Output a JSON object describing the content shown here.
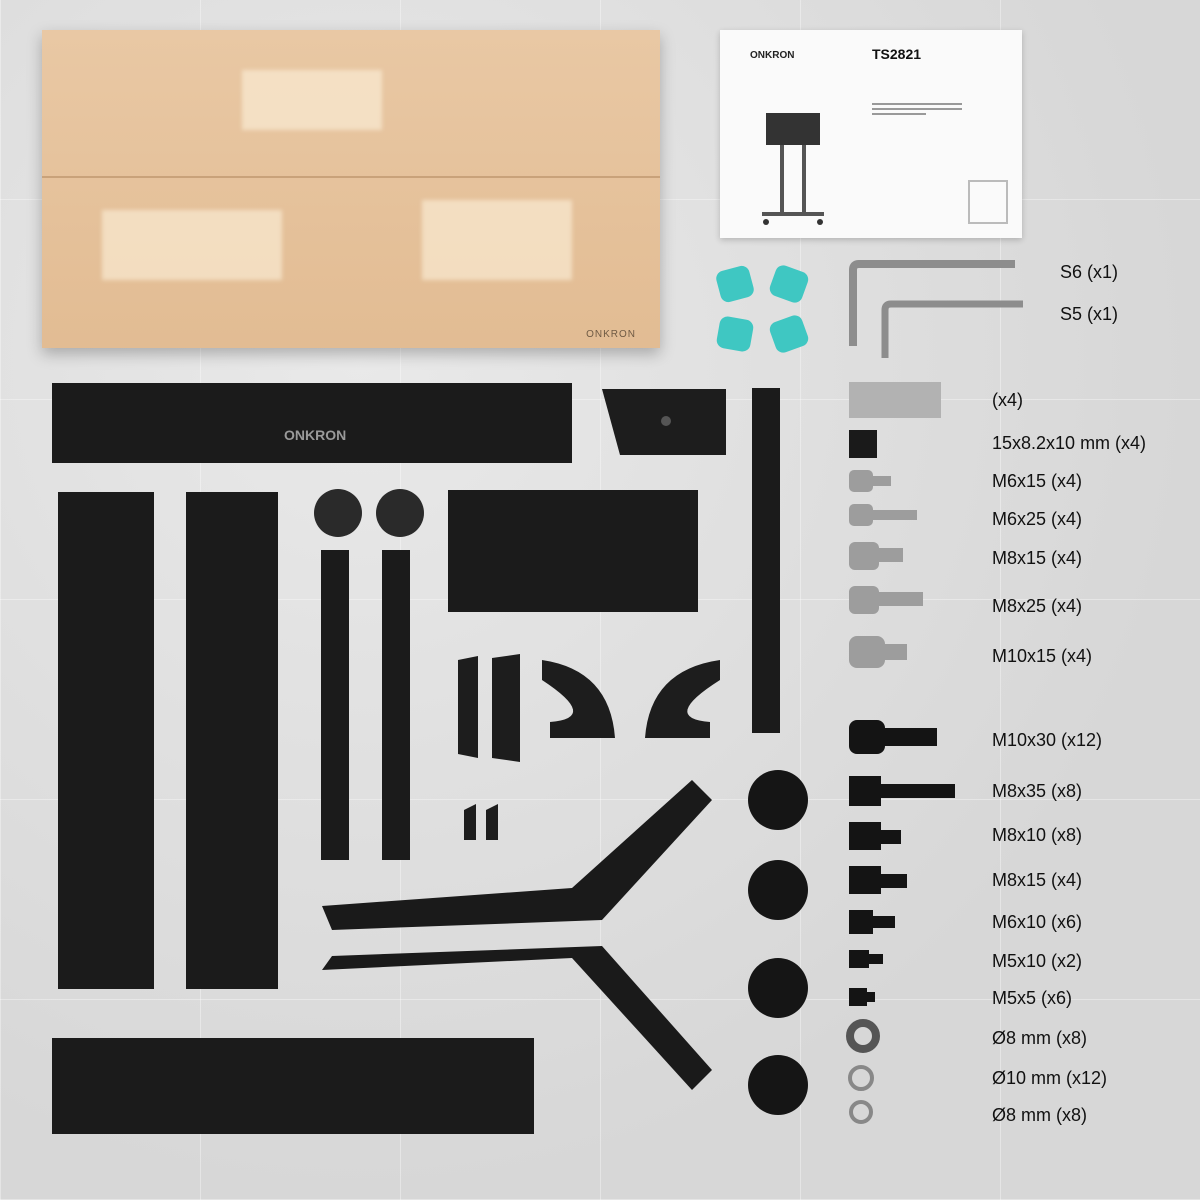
{
  "box": {
    "ink_text": "ONKRON"
  },
  "manual": {
    "brand": "ONKRON",
    "model": "TS2821"
  },
  "rail_top": {
    "brand": "ONKRON"
  },
  "labels": [
    {
      "text": "S6 (x1)"
    },
    {
      "text": "S5 (x1)"
    },
    {
      "text": "(x4)"
    },
    {
      "text": "15x8.2x10 mm (x4)"
    },
    {
      "text": "M6x15 (x4)"
    },
    {
      "text": "M6x25 (x4)"
    },
    {
      "text": "M8x15 (x4)"
    },
    {
      "text": "M8x25 (x4)"
    },
    {
      "text": "M10x15 (x4)"
    },
    {
      "text": "M10x30 (x12)"
    },
    {
      "text": "M8x35 (x8)"
    },
    {
      "text": "M8x10 (x8)"
    },
    {
      "text": "M8x15 (x4)"
    },
    {
      "text": "M6x10 (x6)"
    },
    {
      "text": "M5x10 (x2)"
    },
    {
      "text": "M5x5 (x6)"
    },
    {
      "text": "Ø8 mm (x8)"
    },
    {
      "text": "Ø10 mm (x12)"
    },
    {
      "text": "Ø8 mm (x8)"
    }
  ],
  "colors": {
    "box": "#e6c29b",
    "parts": "#1b1b1b",
    "caps": "#3fc7c2",
    "steel": "#9a9a9a"
  }
}
